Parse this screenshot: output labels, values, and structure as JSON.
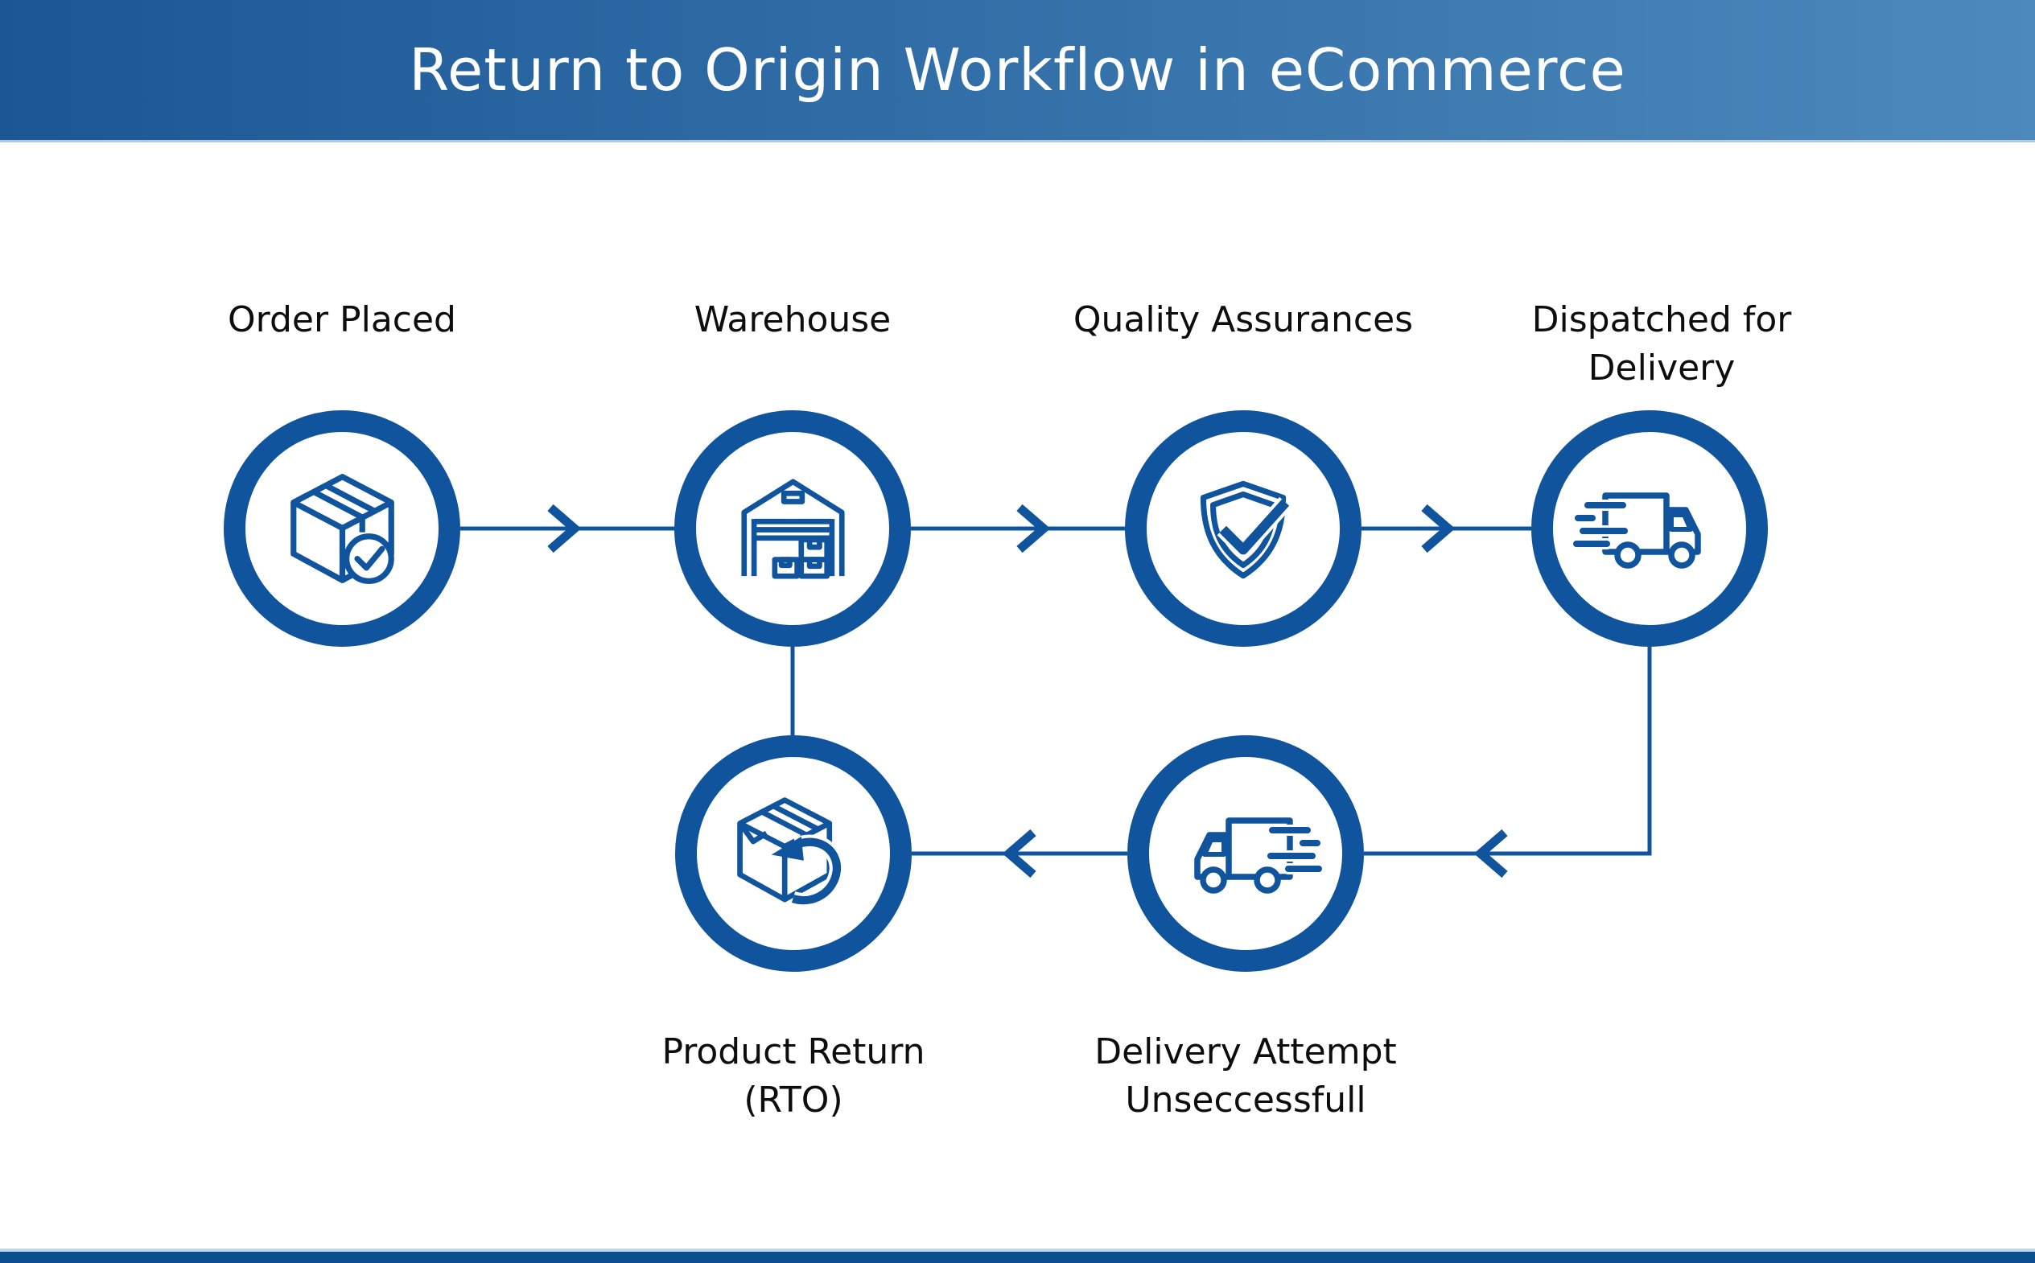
{
  "header": {
    "title": "Return to Origin Workflow in eCommerce"
  },
  "colors": {
    "primary": "#0F549D",
    "header_left": "#1B5795",
    "header_right": "#4C89BC",
    "header_border": "#AECBE4",
    "footer_bar": "#0D4E8F",
    "footer_line": "#BDD8EC",
    "label_text": "#0D0D0D",
    "title_text": "#FFFFFF"
  },
  "nodes": [
    {
      "id": "order-placed",
      "label_lines": [
        "Order Placed"
      ],
      "icon": "package-check-icon"
    },
    {
      "id": "warehouse",
      "label_lines": [
        "Warehouse"
      ],
      "icon": "warehouse-icon"
    },
    {
      "id": "quality-assurances",
      "label_lines": [
        "Quality Assurances"
      ],
      "icon": "shield-check-icon"
    },
    {
      "id": "dispatched-for-delivery",
      "label_lines": [
        "Dispatched for",
        "Delivery"
      ],
      "icon": "delivery-truck-right-icon"
    },
    {
      "id": "delivery-attempt-unsuccessful",
      "label_lines": [
        "Delivery Attempt",
        "Unseccessfull"
      ],
      "icon": "delivery-truck-left-icon"
    },
    {
      "id": "product-return-rto",
      "label_lines": [
        "Product Return",
        "(RTO)"
      ],
      "icon": "package-return-icon"
    }
  ]
}
